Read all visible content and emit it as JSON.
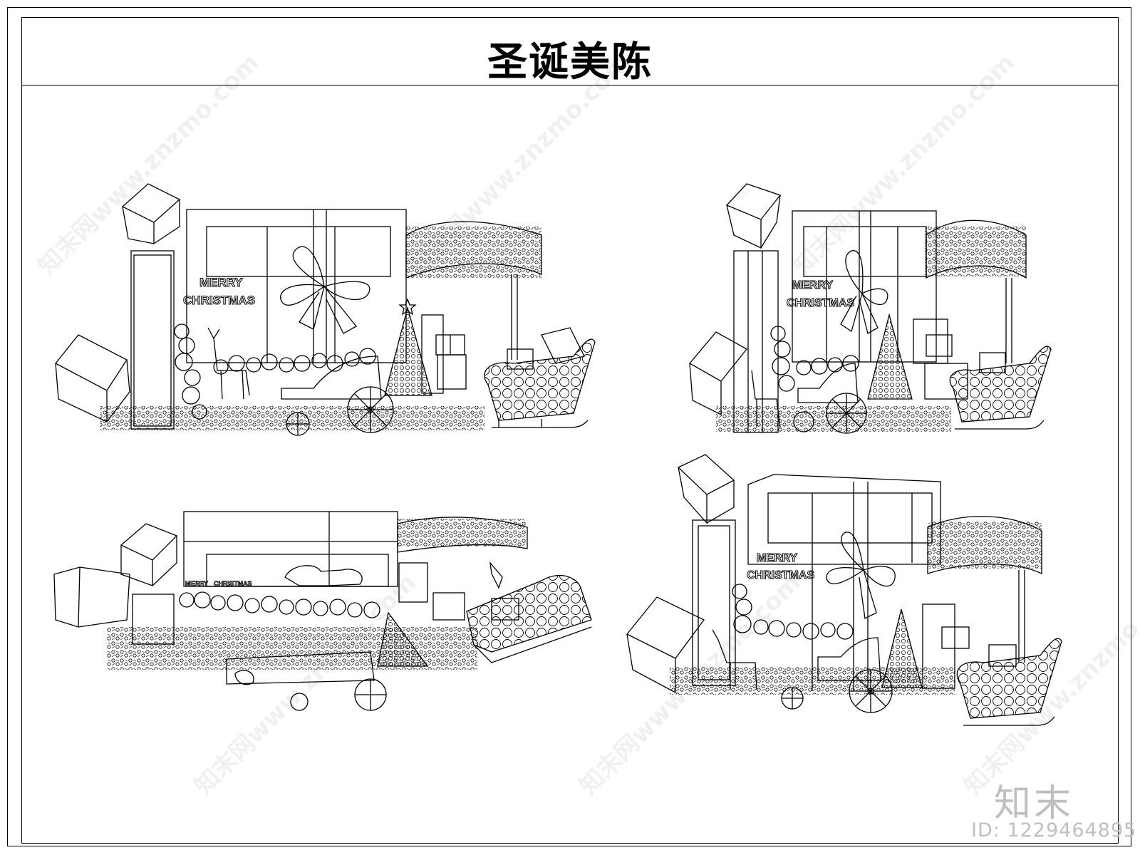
{
  "title": "圣诞美陈",
  "views": [
    {
      "id": "view-1",
      "sign_line1": "MERRY",
      "sign_line2": "CHRISTMAS"
    },
    {
      "id": "view-2",
      "sign_line1": "MERRY",
      "sign_line2": "CHRISTMAS"
    },
    {
      "id": "view-3",
      "sign_line1": "MERRY",
      "sign_line2": "CHRISTMAS"
    },
    {
      "id": "view-4",
      "sign_line1": "MERRY",
      "sign_line2": "CHRISTMAS"
    }
  ],
  "watermark": {
    "text": "知末网www.znzmo.com",
    "brand": "知末",
    "id_label": "ID: 1229464895"
  },
  "colors": {
    "line": "#000000",
    "watermark": "#bfbfbf"
  }
}
